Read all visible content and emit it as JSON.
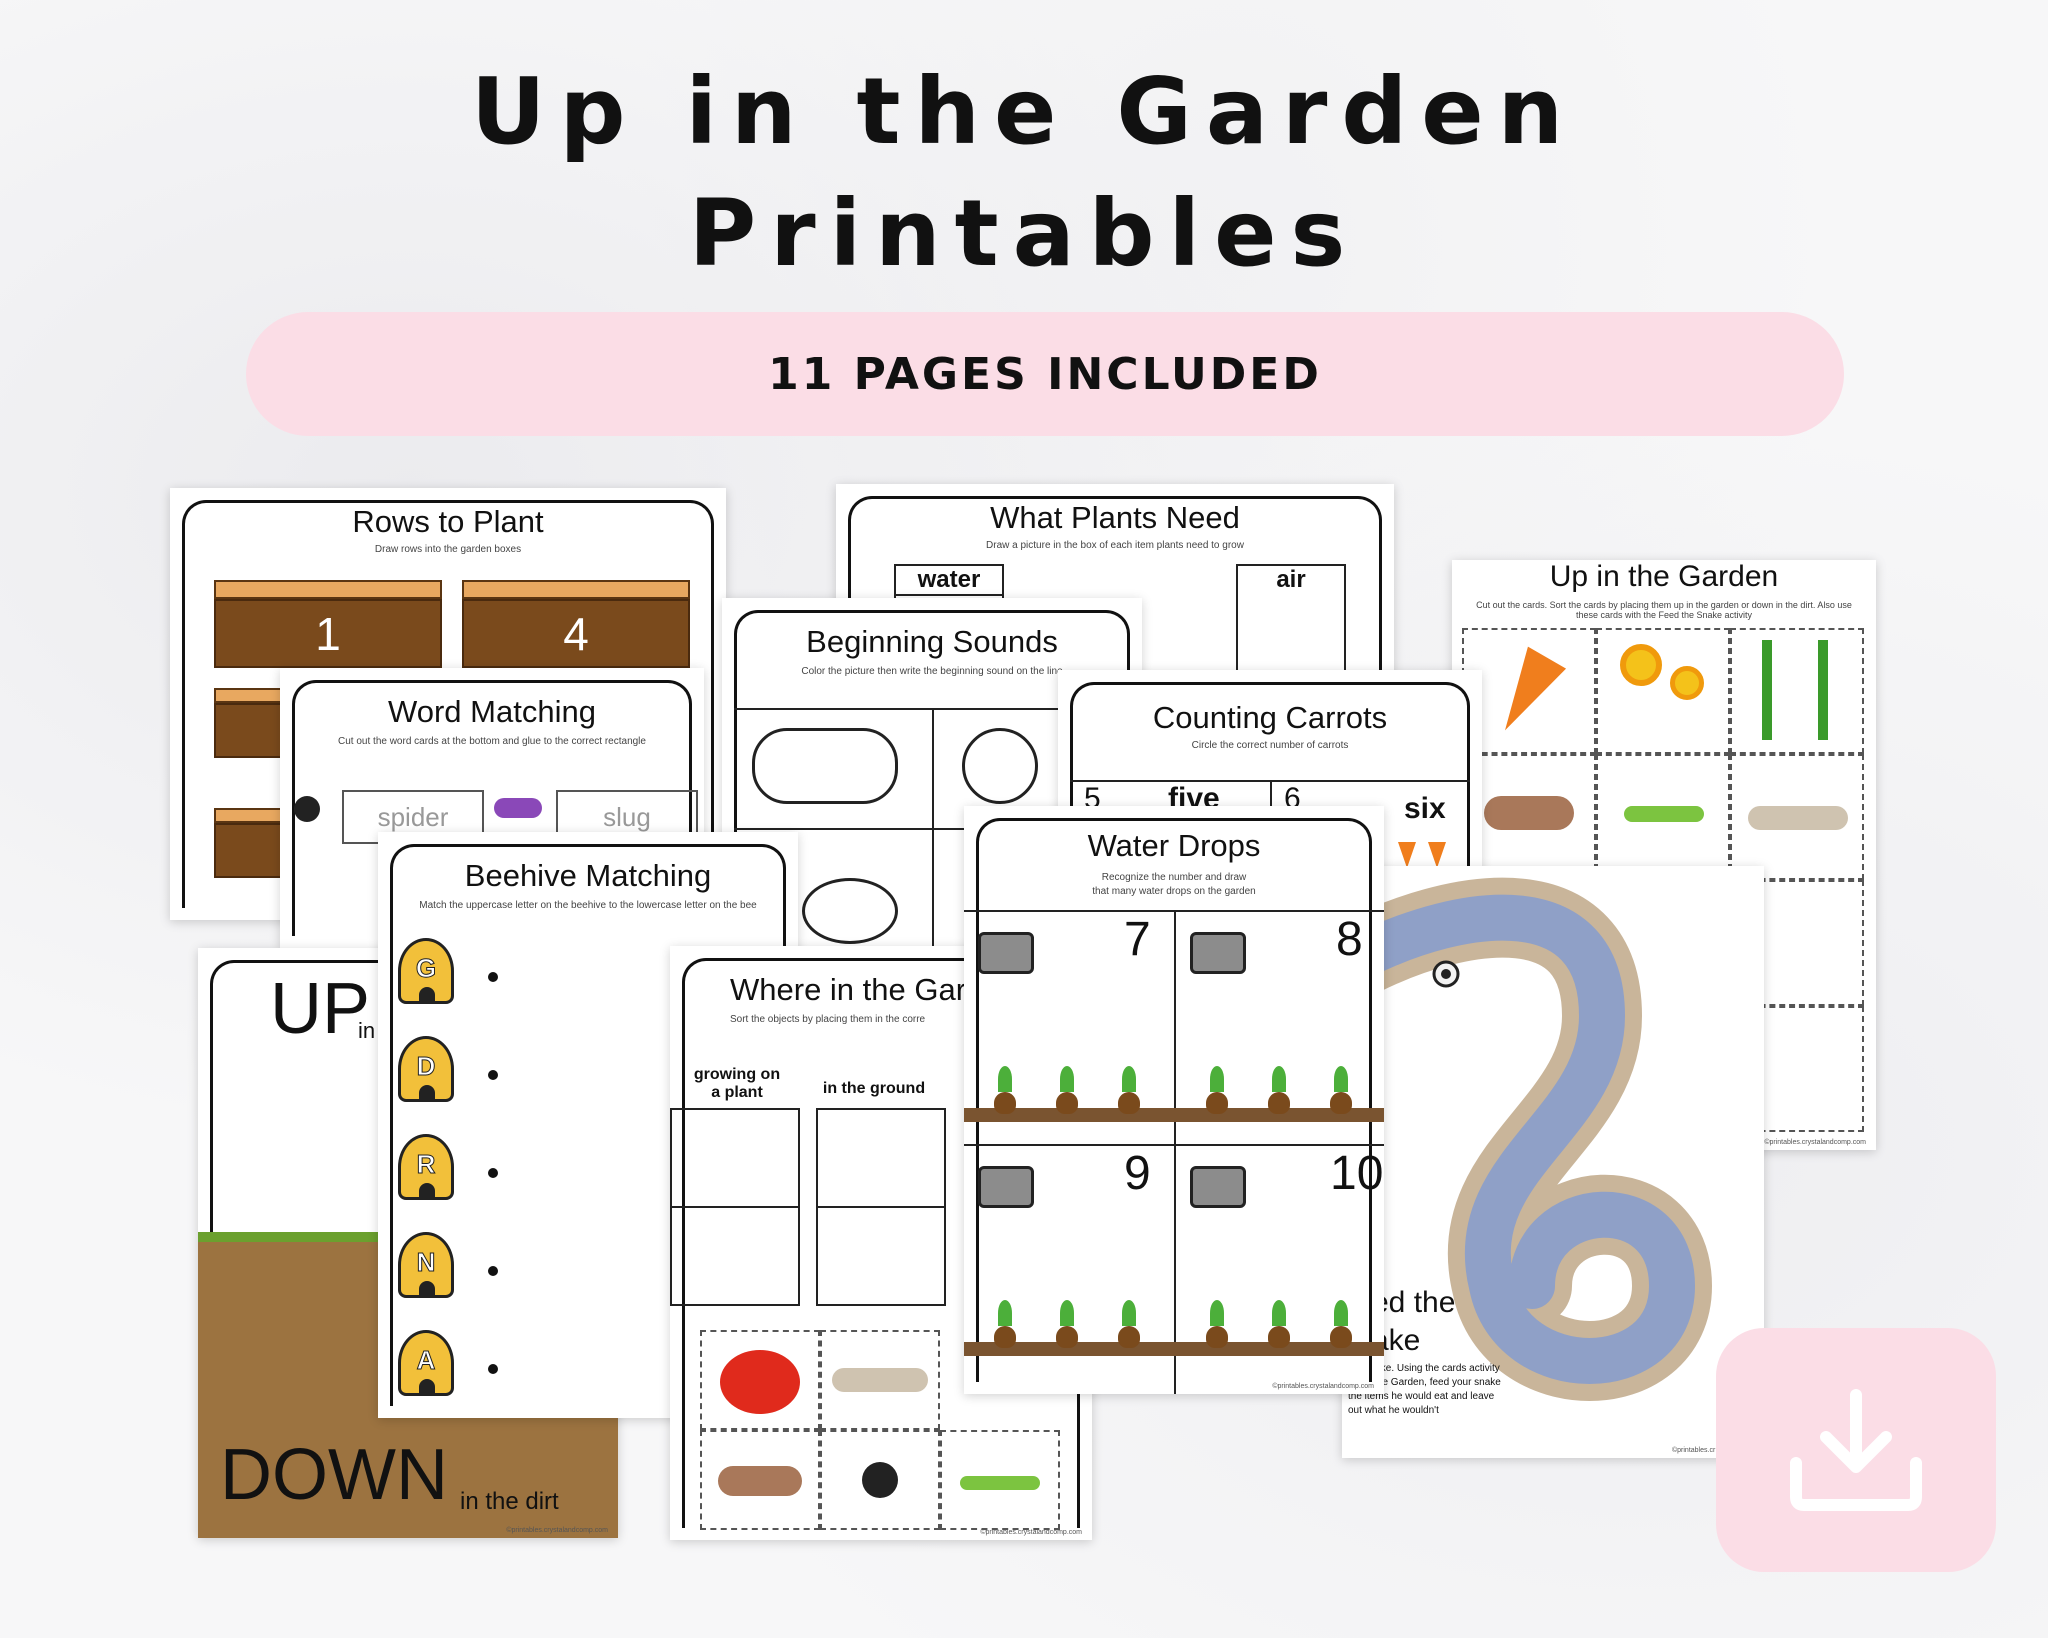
{
  "header": {
    "title_line1": "Up in the Garden",
    "title_line2": "Printables",
    "pages_badge": "11 PAGES INCLUDED"
  },
  "colors": {
    "badge_background": "#fbdde6",
    "download_background": "#fbdde6",
    "soil_brown": "#9c7340",
    "crate_brown": "#7a4a1c"
  },
  "pages": {
    "rows_to_plant": {
      "title": "Rows to Plant",
      "subtitle": "Draw rows into the garden boxes",
      "boxes": [
        "1",
        "4"
      ]
    },
    "what_plants_need": {
      "title": "What Plants Need",
      "subtitle": "Draw a picture in the box of each item plants need to grow",
      "labels": [
        "water",
        "air"
      ]
    },
    "up_in_the_garden_cards": {
      "title": "Up in the Garden",
      "subtitle": "Cut out the cards. Sort the cards by placing them up in the garden or down in the dirt. Also use these cards with the Feed the Snake activity",
      "footer": "©printables.crystalandcomp.com"
    },
    "beginning_sounds": {
      "title": "Beginning Sounds",
      "subtitle": "Color the picture then write the beginning sound on the line"
    },
    "word_matching": {
      "title": "Word Matching",
      "subtitle": "Cut out the word cards at the bottom and glue to the correct rectangle",
      "words": [
        "spider",
        "slug"
      ]
    },
    "counting_carrots": {
      "title": "Counting Carrots",
      "subtitle": "Circle the correct number of carrots",
      "options": [
        "5",
        "five",
        "6",
        "six"
      ]
    },
    "beehive_matching": {
      "title": "Beehive Matching",
      "subtitle": "Match the uppercase letter on the beehive to the lowercase letter on the bee",
      "letters": [
        "G",
        "D",
        "R",
        "N",
        "A"
      ]
    },
    "water_drops": {
      "title": "Water Drops",
      "subtitle_line1": "Recognize the number and draw",
      "subtitle_line2": "that many water drops on the garden",
      "numbers": [
        "7",
        "8",
        "9",
        "10"
      ],
      "footer": "©printables.crystalandcomp.com"
    },
    "up_down_poster": {
      "up_big": "UP",
      "up_small": "in",
      "down_big": "DOWN",
      "down_small": "in the dirt",
      "footer": "©printables.crystalandcomp.com"
    },
    "where_in_the_garden": {
      "title": "Where in the Gar",
      "subtitle": "Sort the objects by placing them in the corre",
      "columns": [
        "growing on a plant",
        "in the ground"
      ],
      "footer": "©printables.crystalandcomp.com"
    },
    "feed_the_snake": {
      "title_line1": "ed the",
      "title_line2": "ake",
      "instructions": "the snake. Using the cards activity Up in the Garden, feed your snake the items he would eat and leave out what he wouldn't",
      "footer": "©printables.cr"
    }
  },
  "icons": {
    "download": "download-icon"
  }
}
